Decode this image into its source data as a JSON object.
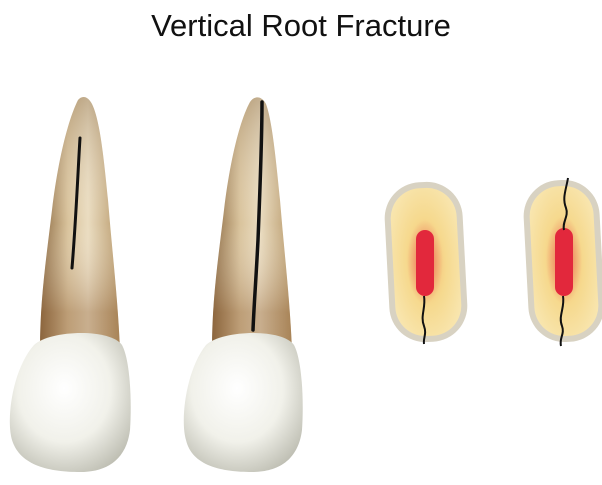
{
  "title": "Vertical Root Fracture",
  "colors": {
    "root_light": "#eadcc0",
    "root_mid": "#c7ad82",
    "root_dark": "#8c6a42",
    "crown_light": "#fbfbf6",
    "crown_shadow": "#c9c9bd",
    "section_outer": "#d8d2c2",
    "dentin": "#f6d98e",
    "pulp": "#e2283c",
    "fracture_line": "#111111"
  },
  "diagram": {
    "panels": [
      {
        "id": "tooth-partial-fracture",
        "kind": "longitudinal",
        "fracture": "partial"
      },
      {
        "id": "tooth-complete-fracture",
        "kind": "longitudinal",
        "fracture": "complete"
      },
      {
        "id": "section-partial-fracture",
        "kind": "cross-section",
        "fracture": "one-side"
      },
      {
        "id": "section-complete-fracture",
        "kind": "cross-section",
        "fracture": "both-sides"
      }
    ]
  }
}
